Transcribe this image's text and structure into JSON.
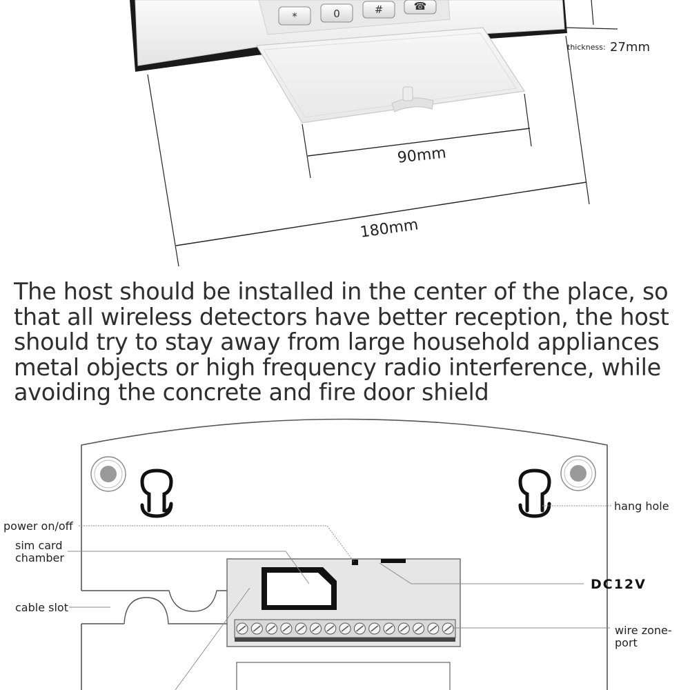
{
  "dimensions": {
    "thickness_label": "thickness:",
    "thickness_value": "27mm",
    "inner_width": "90mm",
    "outer_width": "180mm"
  },
  "keypad": {
    "keys": [
      "*",
      "0",
      "#",
      "☎"
    ]
  },
  "install_note": "The host should be installed in the center of the place, so that all wireless detectors have better reception, the host should try to stay away from large household appliances metal objects or high frequency radio interference, while avoiding the concrete and fire door shield",
  "back_panel_labels": {
    "power": "power on/off",
    "sim_line1": "sim card",
    "sim_line2": "chamber",
    "cable": "cable slot",
    "hang": "hang hole",
    "dc": "DC12V",
    "wire_line1": "wire  zone-",
    "wire_line2": "port"
  },
  "colors": {
    "device_shadow": "#1a1a1a",
    "device_body": "#f2f2f2",
    "board_fill": "#e6e6e6"
  }
}
